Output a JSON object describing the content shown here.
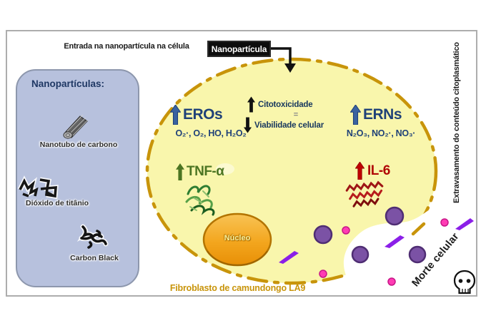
{
  "header": {
    "title": "Entrada na nanopartícula na célula",
    "nanoparticle_label": "Nanopartícula"
  },
  "sidebar": {
    "title": "Nanopartículas:",
    "items": [
      {
        "label": "Nanotubo de carbono",
        "icon": "carbon-nanotube-icon"
      },
      {
        "label": "Dióxido de titânio",
        "icon": "titanium-dioxide-icon"
      },
      {
        "label": "Carbon Black",
        "icon": "carbon-black-icon"
      }
    ]
  },
  "cell": {
    "eros": {
      "title": "EROs",
      "species": "O₂·, O₂, HO, H₂O₂"
    },
    "erns": {
      "title": "ERNs",
      "species": "N₂O₃, NO₂·, NO₃·"
    },
    "effects": {
      "up_label": "Citotoxicidade",
      "equals": "=",
      "down_label": "Viabilidade celular"
    },
    "cytokines": {
      "tnf": "TNF-α",
      "il6": "IL-6"
    },
    "nucleus_label": "Núcleo",
    "caption": "Fibroblasto de camundongo LA9"
  },
  "annotations": {
    "right_vertical": "Extravasamento do conteúdo citoplasmático",
    "death_label": "Morte celular"
  },
  "colors": {
    "cell_fill": "#f9f6ac",
    "membrane": "#c8940a",
    "ros_blue": "#1f4178",
    "tnf_green": "#4c7522",
    "il6_red": "#b00505",
    "vesicle_purple": "#7b52a5",
    "debris_pink": "#ff3cb4",
    "fragment_violet": "#8b1fe8",
    "nucleus_orange": "#ee9607",
    "caption_gold": "#c8940a",
    "sidebar_fill": "#b7c1dd"
  }
}
